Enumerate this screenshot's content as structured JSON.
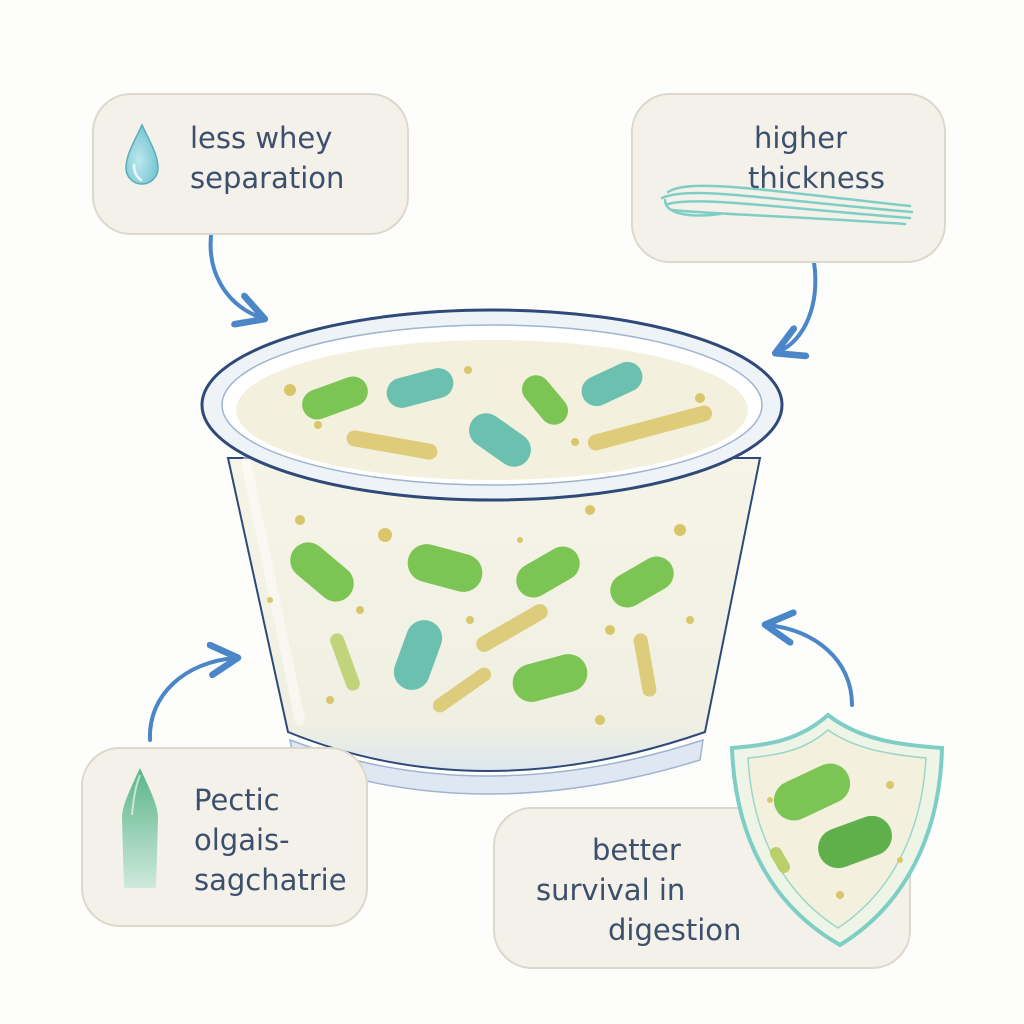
{
  "callouts": {
    "whey": {
      "lines": [
        "less whey",
        "separation"
      ],
      "icon": "water-drop-icon"
    },
    "thickness": {
      "lines": [
        "higher",
        "thickness"
      ],
      "icon": "viscous-strands-icon"
    },
    "pectic": {
      "lines": [
        "Pectic",
        "olgais-",
        "sagchatrie"
      ],
      "icon": "pectin-drop-icon"
    },
    "survival": {
      "lines": [
        "better",
        "survival in",
        "digestion"
      ],
      "icon": "shield-icon"
    }
  },
  "colors": {
    "card_fill": "#f3f1ea",
    "card_border": "#dcd8cd",
    "text": "#3c4f6c",
    "arrow": "#4a86c8",
    "cup_rim": "#2f4a78",
    "yogurt": "#f3f1de",
    "probiotic_green": "#7cc453",
    "probiotic_teal": "#6cc0b0",
    "inclusion_yellow": "#d9c66a"
  }
}
